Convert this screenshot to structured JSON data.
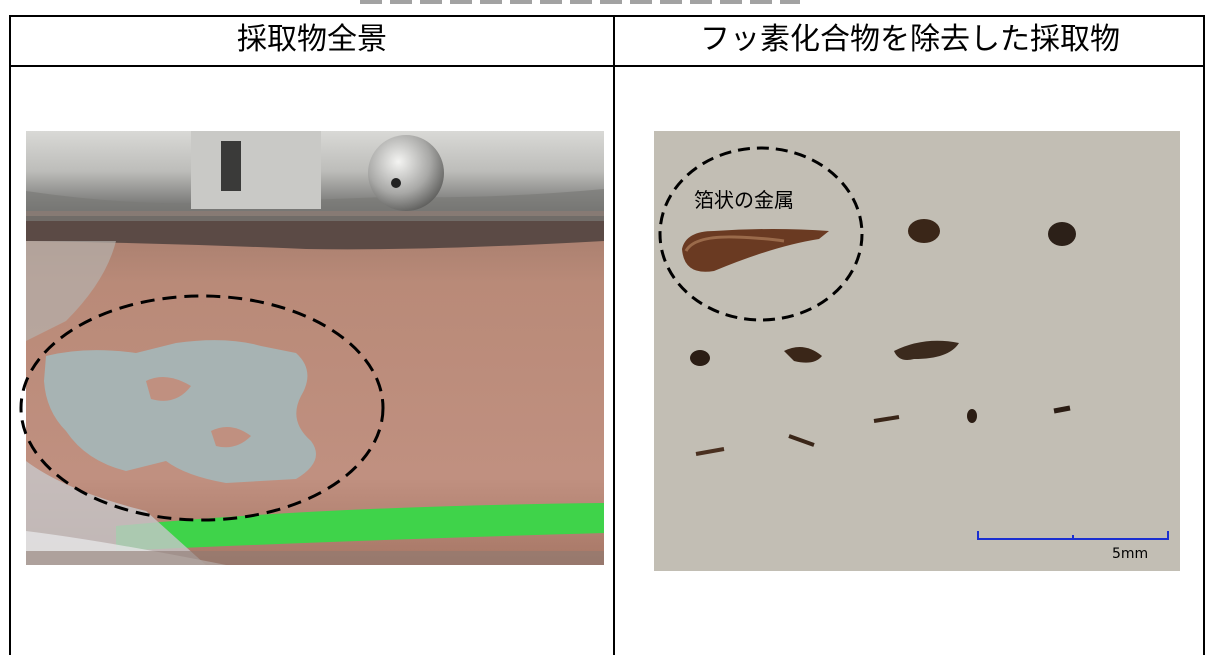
{
  "table": {
    "headers": [
      "採取物全景",
      "フッ素化合物を除去した採取物"
    ]
  },
  "left_photo": {
    "description_icon": "photo-overall-view"
  },
  "right_photo": {
    "annotation_label": "箔状の金属",
    "scale_bar_label": "5mm"
  },
  "colors": {
    "border": "#000000",
    "scale_bar": "#1a2fd1",
    "dashed_circle": "#000000"
  }
}
